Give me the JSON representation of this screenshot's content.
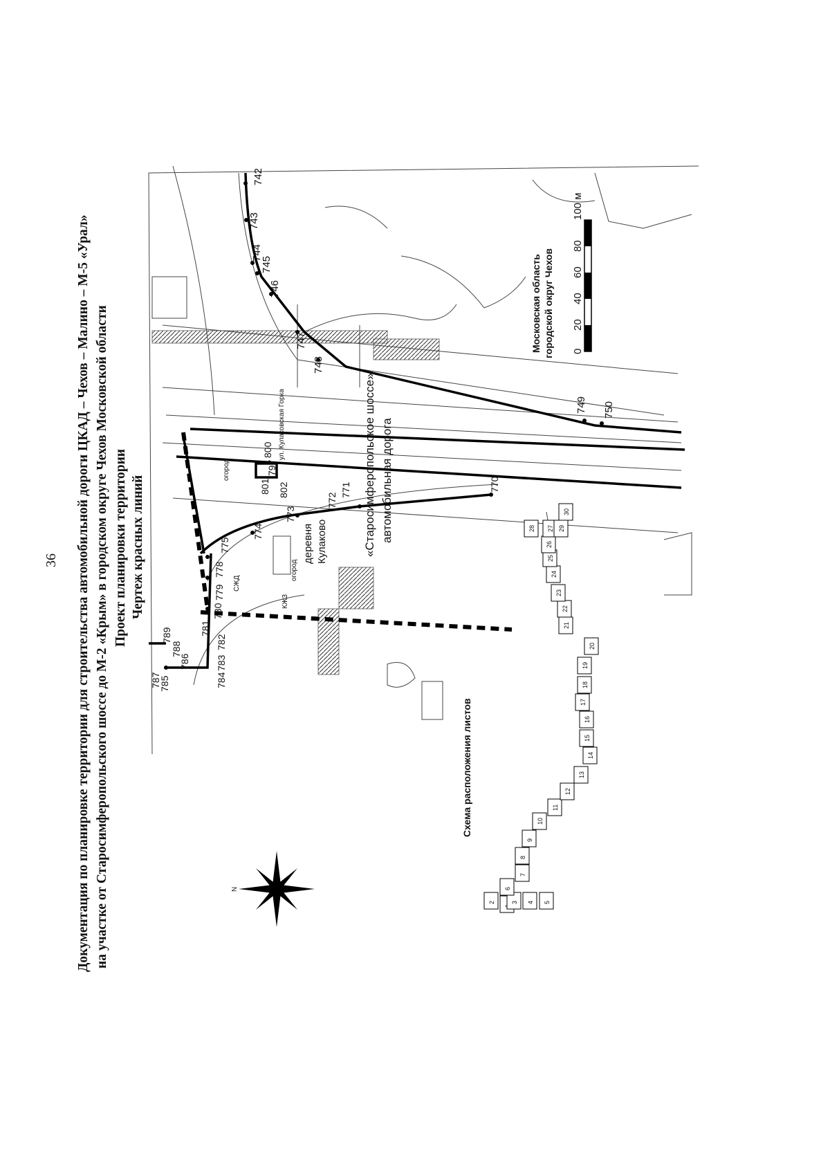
{
  "page_number": "36",
  "title": {
    "line1": "Документация по планировке территории для строительства автомобильной дороги ЦКАД – Чехов – Малино – М-5 «Урал»",
    "line2": "на участке от Старосимферопольского шоссе до М-2 «Крым» в городском округе Чехов Московской области",
    "line3": "Проект планировки территории",
    "line4": "Чертеж красных линий"
  },
  "map": {
    "road_name_line1": "«Старосимферопольское шоссе»",
    "road_name_line2": "автомобильная дорога",
    "street_label": "ул. Кулаковская Горка",
    "village_line1": "деревня",
    "village_line2": "Кулаково",
    "region_line1": "Московская область",
    "region_line2": "городской округ Чехов",
    "scale": {
      "unit_label": "100 м",
      "ticks": [
        "0",
        "20",
        "40",
        "60",
        "80"
      ]
    },
    "north_label": "N",
    "points_right": [
      "742",
      "743",
      "744",
      "745",
      "746",
      "747",
      "748",
      "749",
      "750"
    ],
    "points_left": [
      "770",
      "771",
      "772",
      "773",
      "774",
      "775",
      "778",
      "779",
      "780",
      "781",
      "782",
      "783",
      "784",
      "785",
      "786",
      "787",
      "788",
      "789",
      "801",
      "802",
      "800",
      "797"
    ],
    "small_labels": [
      "огород",
      "огород",
      "КЖЗ",
      "СЖД"
    ]
  },
  "sheet_scheme": {
    "title": "Схема расположения листов",
    "sheets": [
      "1",
      "2",
      "3",
      "4",
      "5",
      "6",
      "7",
      "8",
      "9",
      "10",
      "11",
      "12",
      "13",
      "14",
      "15",
      "16",
      "17",
      "18",
      "19",
      "20",
      "21",
      "22",
      "23",
      "24",
      "25",
      "26",
      "27",
      "28",
      "29",
      "30"
    ]
  }
}
